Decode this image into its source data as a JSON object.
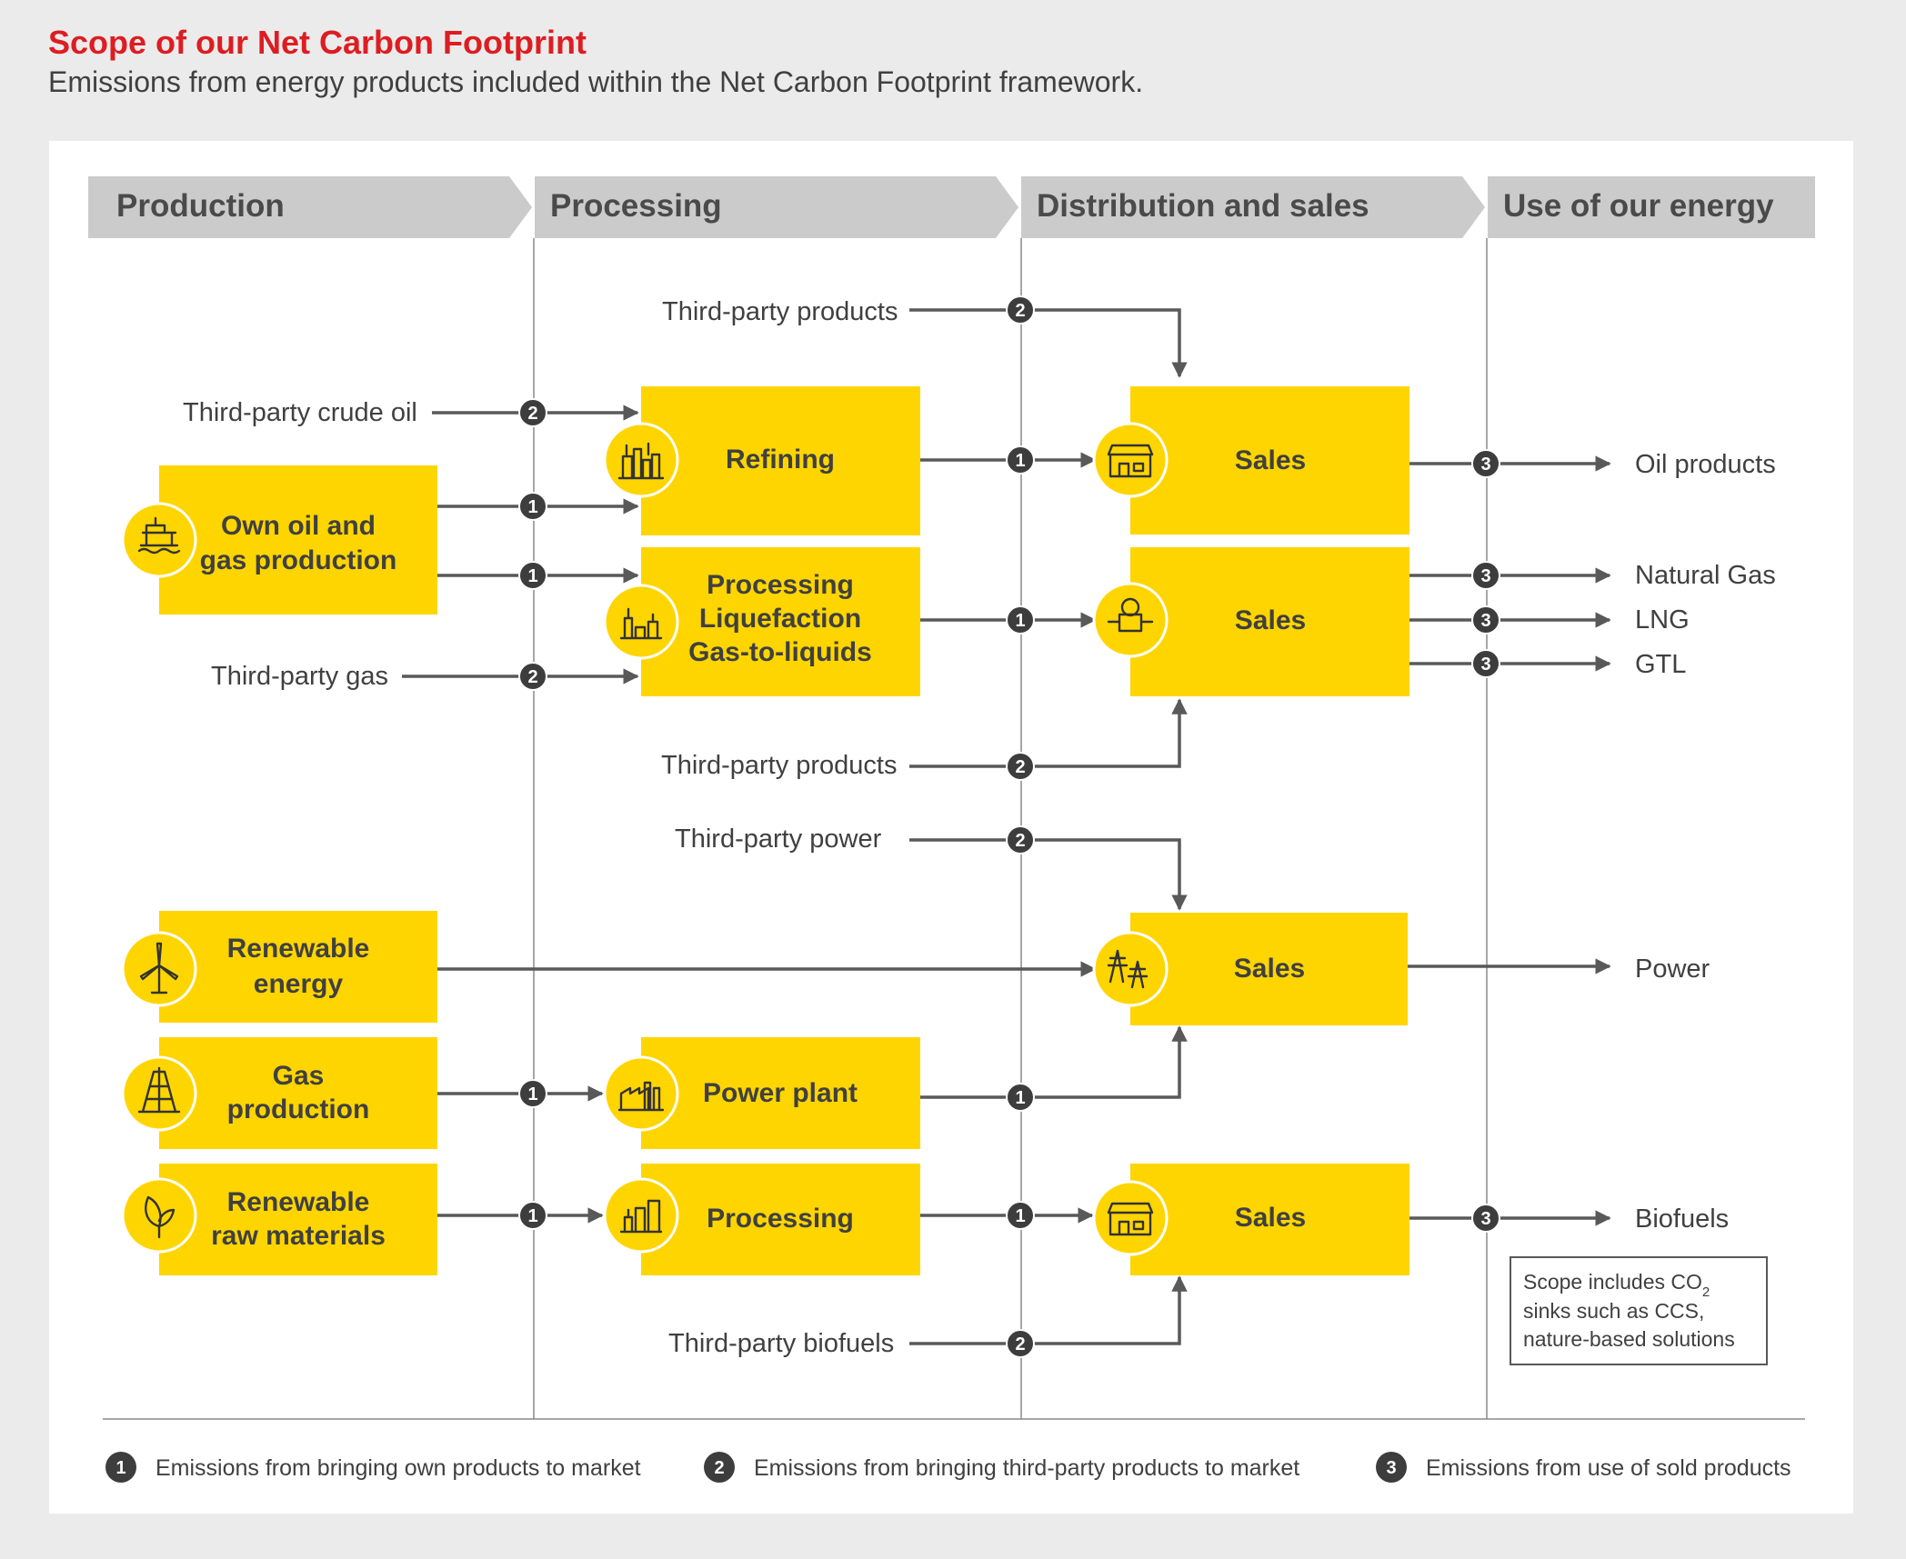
{
  "title": "Scope of our Net Carbon Footprint",
  "subtitle": "Emissions from energy products included within the Net Carbon Footprint framework.",
  "colors": {
    "accent_title": "#dd1d21",
    "box_fill": "#ffd500",
    "stage_fill": "#cbcbcb",
    "badge_fill": "#3d3d3d",
    "line": "#595959"
  },
  "stages": [
    "Production",
    "Processing",
    "Distribution and sales",
    "Use of our energy"
  ],
  "boxes": {
    "own_oil_gas": [
      "Own oil and",
      "gas production"
    ],
    "refining": [
      "Refining"
    ],
    "processing_lng": [
      "Processing",
      "Liquefaction",
      "Gas-to-liquids"
    ],
    "sales_oil": [
      "Sales"
    ],
    "sales_gas": [
      "Sales"
    ],
    "renewable_energy": [
      "Renewable",
      "energy"
    ],
    "gas_production": [
      "Gas",
      "production"
    ],
    "power_plant": [
      "Power plant"
    ],
    "sales_power": [
      "Sales"
    ],
    "renewable_raw": [
      "Renewable",
      "raw materials"
    ],
    "processing_bio": [
      "Processing"
    ],
    "sales_bio": [
      "Sales"
    ]
  },
  "inputs": {
    "third_party_products_top": "Third-party products",
    "third_party_crude": "Third-party crude oil",
    "third_party_gas": "Third-party gas",
    "third_party_products_mid": "Third-party products",
    "third_party_power": "Third-party power",
    "third_party_biofuels": "Third-party biofuels"
  },
  "outputs": {
    "oil_products": "Oil products",
    "natural_gas": "Natural Gas",
    "lng": "LNG",
    "gtl": "GTL",
    "power": "Power",
    "biofuels": "Biofuels"
  },
  "badges": {
    "one": "1",
    "two": "2",
    "three": "3"
  },
  "note": {
    "line1": "Scope includes CO",
    "line1_sub": "2",
    "line2": "sinks such as CCS,",
    "line3": "nature-based solutions"
  },
  "legend": [
    {
      "number": "1",
      "text": "Emissions from bringing own products to market"
    },
    {
      "number": "2",
      "text": "Emissions from bringing third-party products to market"
    },
    {
      "number": "3",
      "text": "Emissions from use of sold products"
    }
  ],
  "icons": {
    "refining": "refinery-icon",
    "processing_lng": "processing-plant-icon",
    "sales_oil": "shop-icon",
    "sales_gas": "gas-valve-icon",
    "own_oil_gas": "offshore-platform-icon",
    "renewable_energy": "wind-turbine-icon",
    "sales_power": "pylon-icon",
    "gas_production": "gas-rig-icon",
    "power_plant": "power-plant-icon",
    "renewable_raw": "leaf-icon",
    "processing_bio": "factory-icon",
    "sales_bio": "shop-icon"
  }
}
